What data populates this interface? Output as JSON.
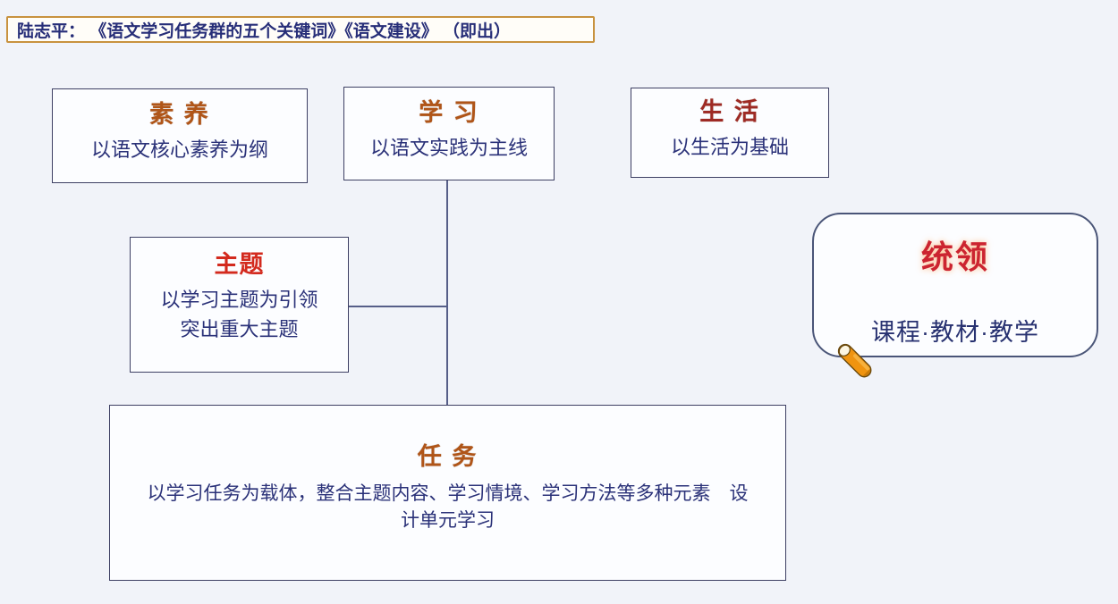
{
  "citation": {
    "text": "陆志平： 《语文学习任务群的五个关键词》《语文建设》 （即出）"
  },
  "nodes": {
    "suyang": {
      "title": "素 养",
      "subtitle": "以语文核心素养为纲"
    },
    "xuexi": {
      "title": "学 习",
      "subtitle": "以语文实践为主线"
    },
    "shenghuo": {
      "title": "生 活",
      "subtitle": "以生活为基础"
    },
    "zhuti": {
      "title": "主题",
      "lines": [
        "以学习主题为引领",
        "突出重大主题"
      ]
    },
    "renwu": {
      "title": "任 务",
      "lines": [
        "以学习任务为载体，整合主题内容、学习情境、学习方法等多种元素　设",
        "计单元学习"
      ]
    },
    "tongling": {
      "title": "统领",
      "subtitle": "课程·教材·教学"
    }
  },
  "icons": {
    "pencil": "pencil-icon"
  },
  "colors": {
    "background": "#f1f3f9",
    "box_fill": "#fcfdff",
    "box_border": "#3d3f63",
    "citation_border": "#c8923f",
    "navy_text": "#2a3178",
    "orange_heading": "#b05518",
    "red_heading": "#d32a1e",
    "maroon_heading": "#9e2a24",
    "tongling_red": "#cc2430",
    "connector": "#565e88",
    "pencil_orange": "#f09410"
  }
}
